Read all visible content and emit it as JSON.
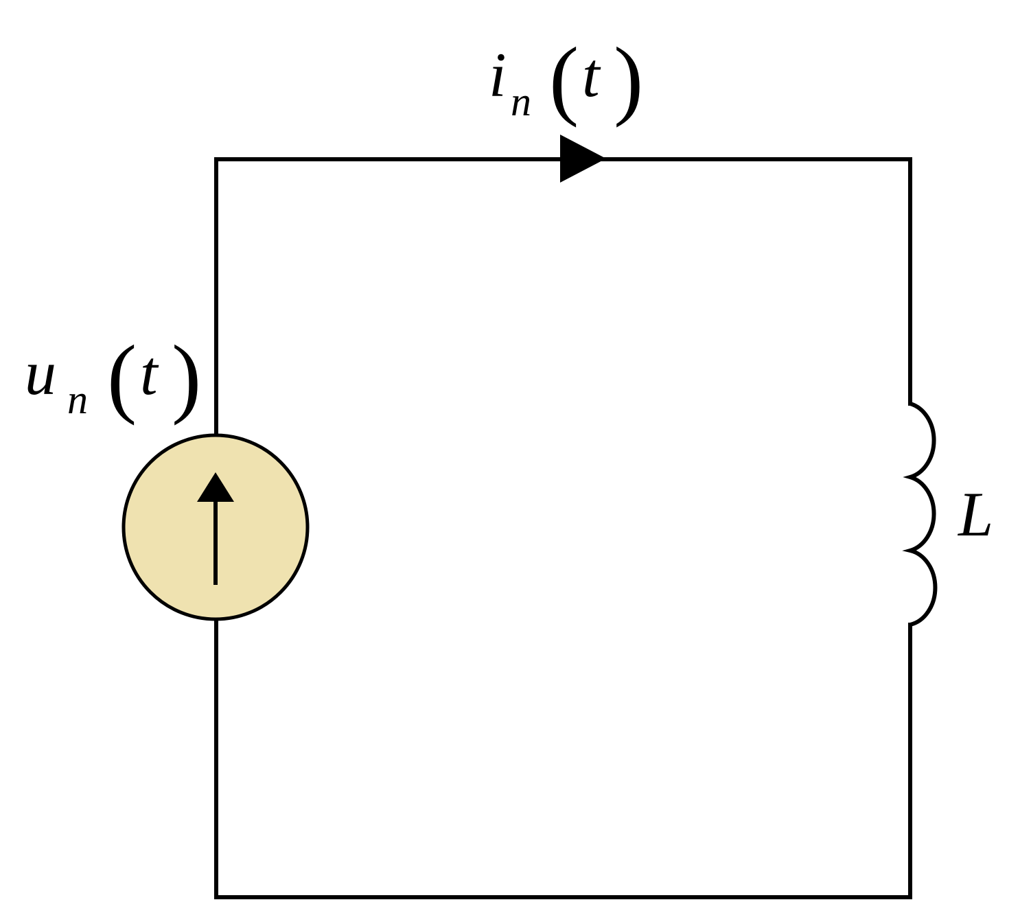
{
  "current_label": {
    "symbol": "i",
    "subscript": "n",
    "open_paren": "(",
    "argument": "t",
    "close_paren": ")"
  },
  "source_label": {
    "symbol": "u",
    "subscript": "n",
    "open_paren": "(",
    "argument": "t",
    "close_paren": ")"
  },
  "inductor_label": {
    "symbol": "L"
  },
  "colors": {
    "wire": "#000000",
    "source_fill": "#efe2b0",
    "background": "#ffffff"
  },
  "icons": {
    "current_direction": "arrow-right-icon",
    "source_direction": "arrow-up-icon"
  }
}
